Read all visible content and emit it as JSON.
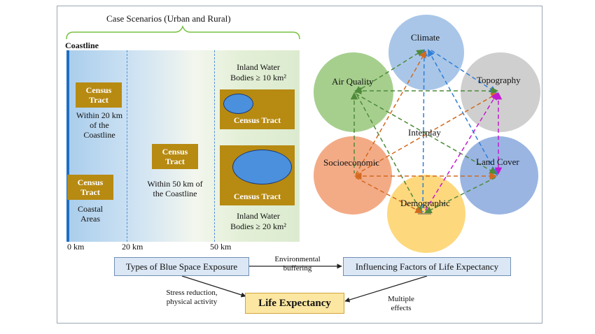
{
  "left_panel": {
    "scenarios_title": "Case Scenarios (Urban and Rural)",
    "coastline_label": "Coastline",
    "tract_label": "Census\nTract",
    "tract_label_wide": "Census Tract",
    "within20_label": "Within 20 km\nof the\nCoastline",
    "coastal_label": "Coastal\nAreas",
    "within50_label": "Within 50 km of\nthe Coastline",
    "inland10_label": "Inland Water\nBodies ≥ 10 km²",
    "inland20_label": "Inland Water\nBodies ≥ 20 km²",
    "axis_ticks": [
      "0 km",
      "20 km",
      "50 km"
    ]
  },
  "network": {
    "center_label": "Interplay",
    "nodes": [
      {
        "id": "climate",
        "label": "Climate",
        "color": "#a9c6e8"
      },
      {
        "id": "topography",
        "label": "Topography",
        "color": "#cfcfcf"
      },
      {
        "id": "land_cover",
        "label": "Land Cover",
        "color": "#9ab5e2"
      },
      {
        "id": "demographic",
        "label": "Demographic",
        "color": "#fdd87d"
      },
      {
        "id": "socioeconomic",
        "label": "Socioeconomic",
        "color": "#f3ab86"
      },
      {
        "id": "air_quality",
        "label": "Air Quality",
        "color": "#a6cf8e"
      }
    ]
  },
  "flow": {
    "exposure_label": "Types of Blue Space Exposure",
    "factors_label": "Influencing Factors of Life Expectancy",
    "life_expectancy_label": "Life Expectancy",
    "buffering_label": "Environmental\nbuffering",
    "stress_label": "Stress reduction,\nphysical activity",
    "multiple_label": "Multiple\neffects"
  },
  "colors": {
    "blue_arrow": "#2f7fd6",
    "green_arrow": "#4f8a3a",
    "orange_arrow": "#d2691e",
    "magenta_arrow": "#c21bd0",
    "tract_fill": "#b78a12",
    "bracket_green": "#7ac143"
  }
}
